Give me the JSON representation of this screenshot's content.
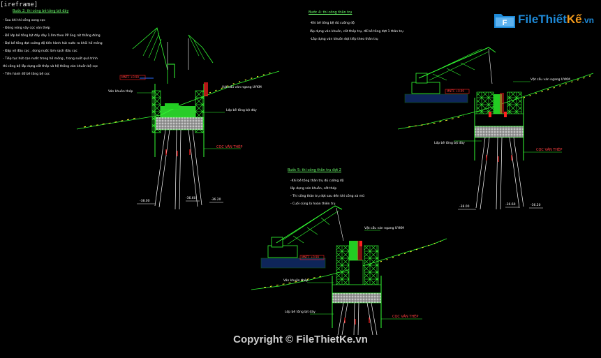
{
  "viewport_label": "[ireframe]",
  "header_top_left": "Bước 2: thi công bê tông bịt đáy",
  "notes_top_left": [
    "- Sau khi thi công xong cọc",
    "- Đóng vòng vây cọc ván thép",
    "- Đổ lớp bê tông bịt đáy dày 1.0m theo PP ống rút thẳng đứng",
    "- Đợi bê tông đạt cường độ tiến hành hút nước ra khỏi hố móng",
    "- Đập vỡ đầu cọc , dùng nước làm sạch đầu cọc",
    "- Tiếp tục hút cạn nước trong hố móng , trong suốt quá trình",
    "  thi công bệ lắp dựng cốt thép và hệ thống ván khuôn bệ cọc",
    "- Tiến hành đổ bê tông bệ cọc"
  ],
  "header_top_right": "Bước 4: thi công thân trụ",
  "notes_top_right": [
    "-Khi bê tông bệ đủ cường độ",
    "  lắp dựng ván khuôn, cốt thép trụ, đổ bê tông đợt 1 thân trụ",
    "-Lắp dựng ván khuôn đợt tiếp theo thân trụ"
  ],
  "header_center": "Bước 5: thi công thân trụ đợt 2",
  "notes_center": [
    "-Khi bê tông thân trụ đủ cường độ",
    "  lắp dựng ván khuôn, cốt thép",
    "- Thi công thân trụ đợt sau đến khi công xà mũ",
    "- Cuối cùng là hoàn thiện trụ"
  ],
  "labels": {
    "water_level": "MNTC +0.99",
    "formwork": "Ván khuôn thép",
    "steel_pile": "CỌC VÁN THÉP",
    "seal_concrete": "Lớp bê tông bịt đáy",
    "seal_concrete_2": "Lớp bê tông bịt đáy",
    "crane_anchor": "Vật cẩu ván ngang UYKM",
    "elev_left": "-38.00",
    "elev_mid": "-36.60",
    "elev_right": "-36.20",
    "r_elev_left": "-38.00",
    "r_elev_mid": "-36.60",
    "r_elev_right": "-36.20"
  },
  "brand": {
    "name": "FileThiết",
    "ke": "Kế",
    "tld": ".vn"
  },
  "copyright": "Copyright © FileThietKe.vn",
  "colors": {
    "bg": "#000000",
    "green": "#33ff33",
    "yellow": "#ffff33",
    "red": "#ff2020",
    "white": "#ffffff",
    "blue": "#2a6bff"
  }
}
